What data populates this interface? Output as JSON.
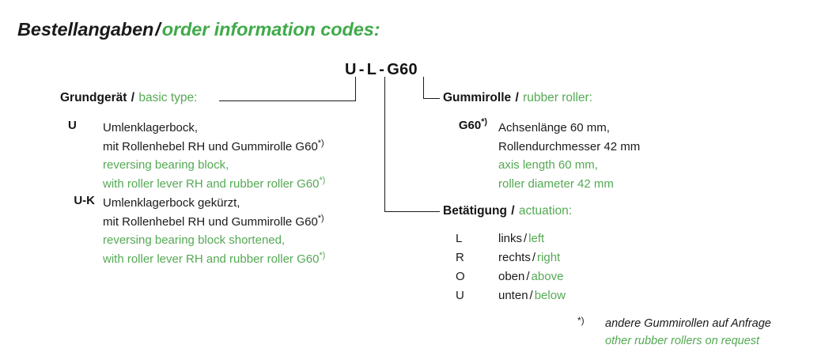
{
  "title": {
    "de": "Bestellangaben",
    "separator": "/",
    "en": "order information codes:"
  },
  "code_string": {
    "part1": "U",
    "dash1": "-",
    "part2": "L",
    "dash2": "-",
    "part3": "G60"
  },
  "colors": {
    "english_green": "#54a954",
    "title_green": "#3faa4a",
    "text_black": "#1a1a1a",
    "line": "#1a1a1a",
    "background": "#ffffff"
  },
  "sections": {
    "basic_type": {
      "heading_de": "Grundgerät",
      "heading_sep": "/",
      "heading_en": "basic type:",
      "entries": [
        {
          "code": "U",
          "de_line1": "Umlenklagerbock,",
          "de_line2_pre": "mit Rollenhebel RH und Gummirolle G60",
          "de_line2_star": "*)",
          "en_line1": "reversing bearing block,",
          "en_line2_pre": "with roller lever RH and rubber roller G60",
          "en_line2_star": "*)"
        },
        {
          "code": "U-K",
          "de_line1": "Umlenklagerbock gekürzt,",
          "de_line2_pre": "mit Rollenhebel RH und Gummirolle G60",
          "de_line2_star": "*)",
          "en_line1": "reversing bearing block shortened,",
          "en_line2_pre": "with roller lever RH and rubber roller G60",
          "en_line2_star": "*)"
        }
      ]
    },
    "rubber_roller": {
      "heading_de": "Gummirolle",
      "heading_sep": "/",
      "heading_en": "rubber roller:",
      "entry": {
        "code_pre": "G60",
        "code_star": "*)",
        "de_line1": "Achsenlänge 60 mm,",
        "de_line2": "Rollendurchmesser 42 mm",
        "en_line1": "axis length 60 mm,",
        "en_line2": "roller diameter 42 mm"
      }
    },
    "actuation": {
      "heading_de": "Betätigung",
      "heading_sep": "/",
      "heading_en": "actuation:",
      "rows": [
        {
          "code": "L",
          "de": "links",
          "sep": "/",
          "en": "left"
        },
        {
          "code": "R",
          "de": "rechts",
          "sep": "/",
          "en": "right"
        },
        {
          "code": "O",
          "de": "oben",
          "sep": "/",
          "en": "above"
        },
        {
          "code": "U",
          "de": "unten",
          "sep": "/",
          "en": "below"
        }
      ]
    }
  },
  "footnote": {
    "marker": "*)",
    "de": "andere Gummirollen auf Anfrage",
    "en": "other rubber rollers on request"
  }
}
